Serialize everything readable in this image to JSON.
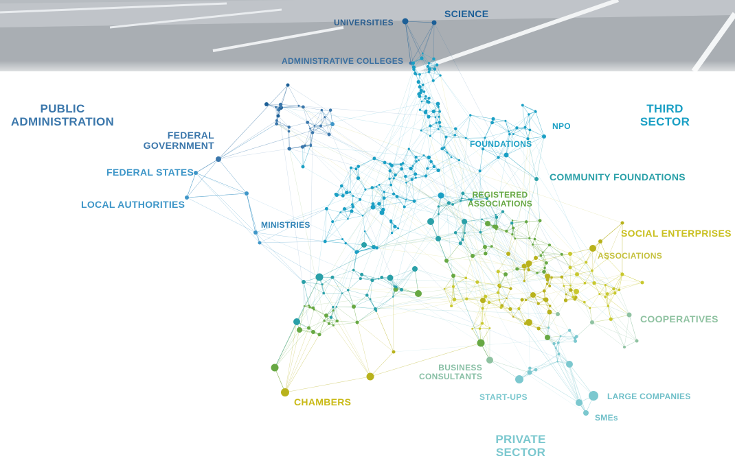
{
  "colors": {
    "science": "#1c5f97",
    "public": "#3b77ab",
    "public_light": "#3e96c8",
    "third": "#1a9fc4",
    "teal": "#2aa0a8",
    "green": "#67a843",
    "olive": "#b8b21c",
    "lime": "#c8c82e",
    "sage": "#8fc2a1",
    "cyan_light": "#7cc8cf"
  },
  "labels": {
    "science": "SCIENCE",
    "universities": "UNIVERSITIES",
    "administrative_colleges": "ADMINISTRATIVE COLLEGES",
    "public_administration_1": "PUBLIC",
    "public_administration_2": "ADMINISTRATION",
    "federal_government_1": "FEDERAL",
    "federal_government_2": "GOVERNMENT",
    "federal_states": "FEDERAL STATES",
    "local_authorities": "LOCAL AUTHORITIES",
    "ministries": "MINISTRIES",
    "third_sector_1": "THIRD",
    "third_sector_2": "SECTOR",
    "npo": "NPO",
    "foundations": "FOUNDATIONS",
    "community_foundations": "COMMUNITY FOUNDATIONS",
    "registered_associations_1": "REGISTERED",
    "registered_associations_2": "ASSOCIATIONS",
    "social_enterprises": "SOCIAL ENTERPRISES",
    "associations": "ASSOCIATIONS",
    "cooperatives": "COOPERATIVES",
    "business_consultants_1": "BUSINESS",
    "business_consultants_2": "CONSULTANTS",
    "start_ups": "START-UPS",
    "large_companies": "LARGE COMPANIES",
    "smes": "SMEs",
    "chambers": "CHAMBERS",
    "private_sector_1": "PRIVATE",
    "private_sector_2": "SECTOR"
  }
}
